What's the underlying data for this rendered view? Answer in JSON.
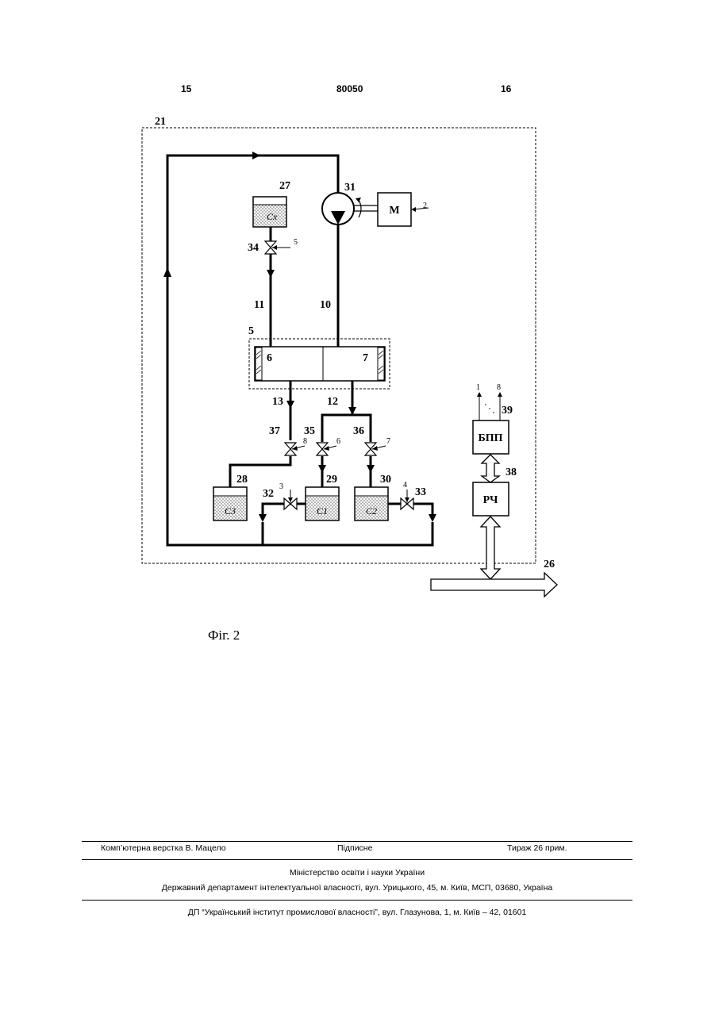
{
  "header": {
    "page_left": "15",
    "patent_number": "80050",
    "page_right": "16"
  },
  "figure": {
    "caption": "Фіг. 2",
    "labels": {
      "l21": "21",
      "l27": "27",
      "l31": "31",
      "l34": "34",
      "l11": "11",
      "l10": "10",
      "l5": "5",
      "l6": "6",
      "l7": "7",
      "l13": "13",
      "l12": "12",
      "l37": "37",
      "l35": "35",
      "l36": "36",
      "l28": "28",
      "l29": "29",
      "l30": "30",
      "l32": "32",
      "l33": "33",
      "l38": "38",
      "l39": "39",
      "l26": "26"
    },
    "signals": {
      "s2": "2",
      "s5": "5",
      "s8": "8",
      "s6": "6",
      "s7": "7",
      "s3": "3",
      "s4": "4",
      "s1": "1",
      "s8b": "8"
    },
    "blocks": {
      "motor": "М",
      "bpp": "БПП",
      "rch": "РЧ"
    },
    "tanks": {
      "cx": "Cx",
      "c3": "C3",
      "c1": "C1",
      "c2": "C2"
    }
  },
  "footer": {
    "left": "Комп’ютерна верстка В. Мацело",
    "middle": "Підписне",
    "right": "Тираж 26 прим.",
    "ministry": "Міністерство освіти і науки України",
    "department": "Державний департамент інтелектуальної власності, вул. Урицького, 45, м. Київ, МСП, 03680, Україна",
    "institute": "ДП “Український інститут промислової власності”, вул. Глазунова, 1, м. Київ – 42, 01601"
  }
}
